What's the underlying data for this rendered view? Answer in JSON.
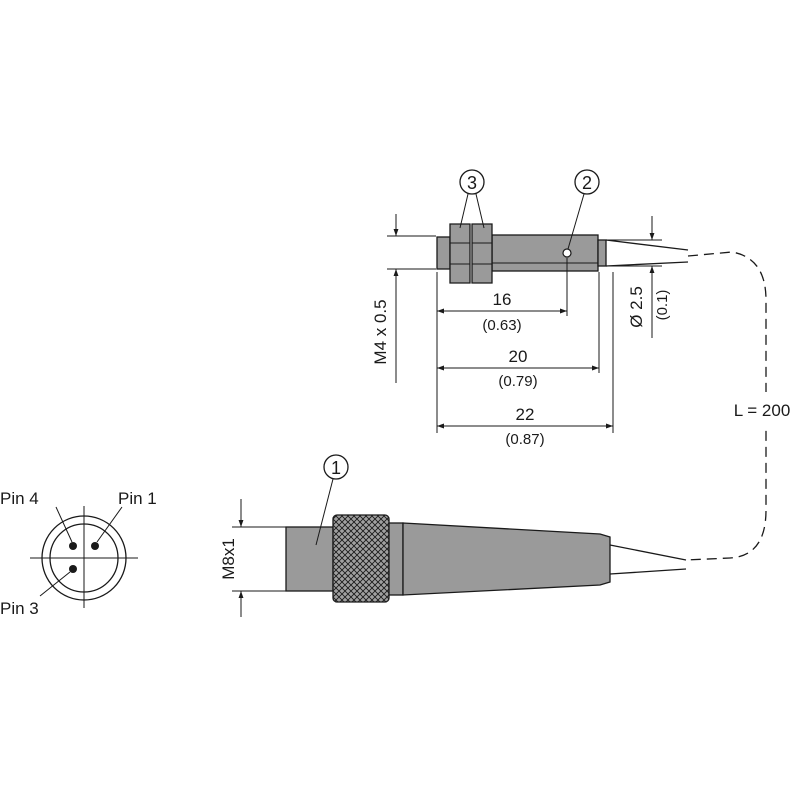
{
  "callouts": {
    "c1": "1",
    "c2": "2",
    "c3": "3"
  },
  "dimensions": {
    "thread_sensor": "M4 x 0.5",
    "diameter": "Ø 2.5",
    "diameter_inch": "(0.1)",
    "d16": "16",
    "d16_inch": "(0.63)",
    "d20": "20",
    "d20_inch": "(0.79)",
    "d22": "22",
    "d22_inch": "(0.87)",
    "cable_length": "L = 200",
    "thread_connector": "M8x1"
  },
  "pinout": {
    "pin4": "Pin 4",
    "pin1": "Pin 1",
    "pin3": "Pin 3"
  }
}
